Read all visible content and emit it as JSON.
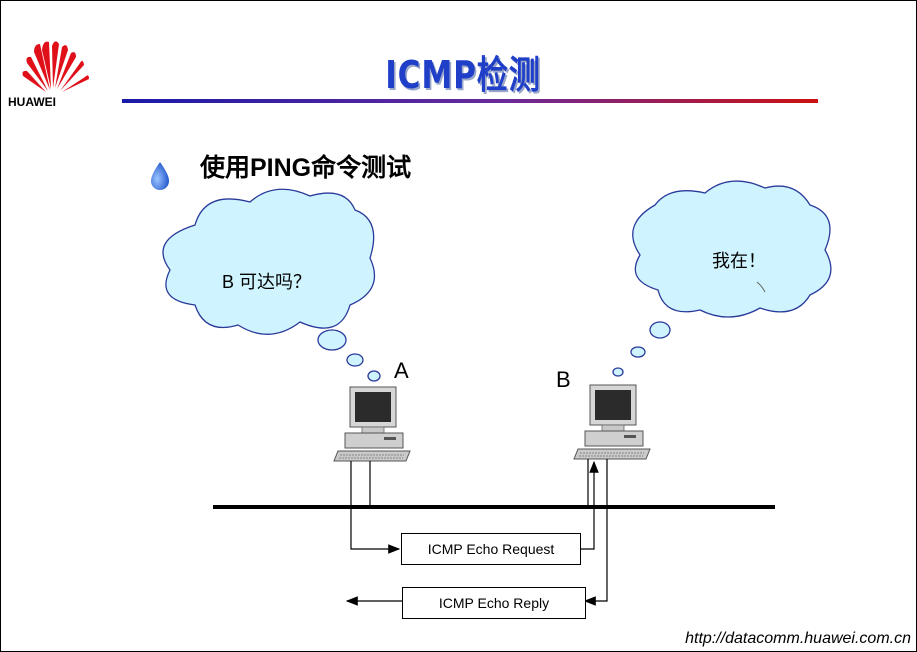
{
  "slide": {
    "title": "ICMP检测",
    "brand": "HUAWEI",
    "bullet": "使用PING命令测试",
    "footer_url": "http://datacomm.huawei.com.cn"
  },
  "clouds": {
    "a_text": "B 可达吗？",
    "b_text": "我在！"
  },
  "hosts": {
    "a_label": "A",
    "b_label": "B"
  },
  "messages": {
    "request": "ICMP Echo Request",
    "reply": "ICMP Echo Reply"
  },
  "colors": {
    "title": "#1f3fc8",
    "title_rule_left": "#1a1aa8",
    "title_rule_right": "#cc1111",
    "cloud_fill": "#cff4ff",
    "logo_red": "#e0101a"
  }
}
